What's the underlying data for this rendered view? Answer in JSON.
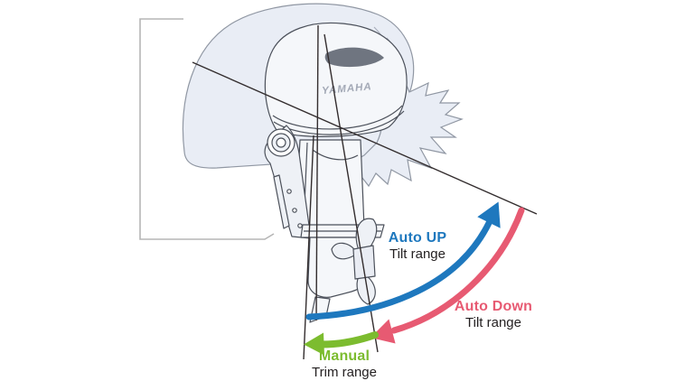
{
  "diagram": {
    "logo": "YAMAHA",
    "annotations": {
      "auto_up": {
        "title": "Auto UP",
        "subtitle": "Tilt range",
        "color": "#1e78be"
      },
      "auto_down": {
        "title": "Auto Down",
        "subtitle": "Tilt range",
        "color": "#e75a72"
      },
      "manual": {
        "title": "Manual",
        "subtitle": "Trim range",
        "color": "#7cbc2f"
      }
    },
    "icons": {
      "auto_up_arrow": "curved-arrow-up-right",
      "auto_down_arrow": "curved-arrow-down-left",
      "manual_arrow": "curved-arrow-left"
    },
    "colors": {
      "label_text": "#231f20",
      "reference_line": "#332d2e",
      "transom_line": "#b5b5b5",
      "ghost_fill": "#e9edf5",
      "ghost_stroke": "#9097a3",
      "motor_stroke": "#4b505a",
      "motor_fill": "#f5f7fa"
    }
  }
}
